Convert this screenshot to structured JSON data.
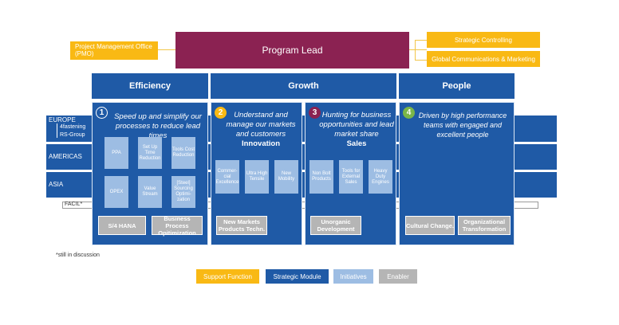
{
  "top": {
    "pmo": "Project Management Office (PMO)",
    "program_lead": "Program Lead",
    "strategic_controlling": "Strategic Controlling",
    "global_comms": "Global Communications & Marketing"
  },
  "pillars": {
    "efficiency": {
      "title": "Efficiency",
      "number": "1",
      "text": "Speed up and simplify our processes to reduce lead times",
      "initiatives": [
        "PPA",
        "Set Up Time Reduction",
        "Tools Cost Reduction",
        "OPEX",
        "Value Stream",
        "[Steel] Sourcing Optimi-zation"
      ],
      "enablers": [
        "S/4 HANA",
        "Business Process Opitimization"
      ]
    },
    "growth1": {
      "title": "Growth",
      "number": "2",
      "text": "Understand and manage our markets and customers",
      "subtitle": "Innovation",
      "initiatives": [
        "Commer-cial Excellence",
        "Ultra High Tensile",
        "New Mobility"
      ],
      "enablers": [
        "New Markets Products Techn."
      ]
    },
    "growth2": {
      "number": "3",
      "text": "Hunting for business opportunities and lead market share",
      "subtitle": "Sales",
      "initiatives": [
        "Non Bolt Products",
        "Tools for External Sales",
        "Heavy Duty Engines"
      ],
      "enablers": [
        "Unorganic Development"
      ]
    },
    "people": {
      "title": "People",
      "number": "4",
      "text": "Driven by high performance teams with engaged and excellent people",
      "enablers": [
        "Cultural Change.",
        "Organizational Transformation"
      ]
    }
  },
  "regions": {
    "europe": "EUROPE",
    "europe_sub1": "4fastening",
    "europe_sub2": "RS-Group",
    "americas": "AMERICAS",
    "asia": "ASIA",
    "facil": "FACIL*"
  },
  "footnote": "*still in discussion",
  "legend": [
    "Support Function",
    "Strategic Module",
    "Initiatives",
    "Enabler"
  ],
  "colors": {
    "support": "#f9b914",
    "program_lead": "#8b2252",
    "module": "#1f5aa6",
    "initiative": "#9dbde3",
    "enabler": "#b5b5b5",
    "num1": "#1f5aa6",
    "num2": "#f9b914",
    "num3": "#8b2252",
    "num4": "#7ab648"
  }
}
